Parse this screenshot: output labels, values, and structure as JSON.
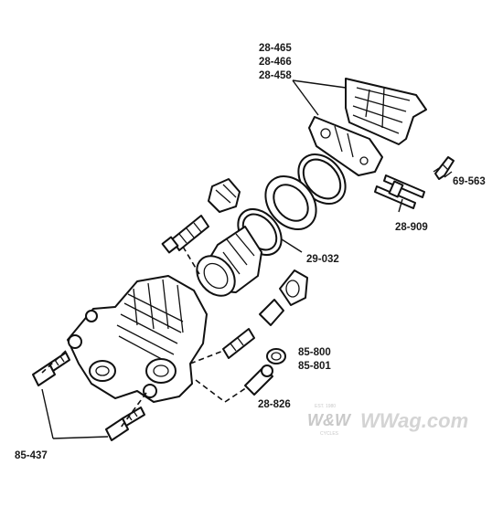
{
  "part_numbers": {
    "pads_a": "28-465",
    "pads_b": "28-466",
    "pads_c": "28-458",
    "clip": "69-563",
    "pin_kit": "28-909",
    "seal_kit": "29-032",
    "bleeder_a": "85-800",
    "bleeder_b": "85-801",
    "bleed_screw": "28-826",
    "mount_bolts": "85-437"
  },
  "watermark": {
    "logo": "W&W",
    "site": "WWag.com",
    "est": "EST. 1980",
    "sub": "CYCLES"
  }
}
